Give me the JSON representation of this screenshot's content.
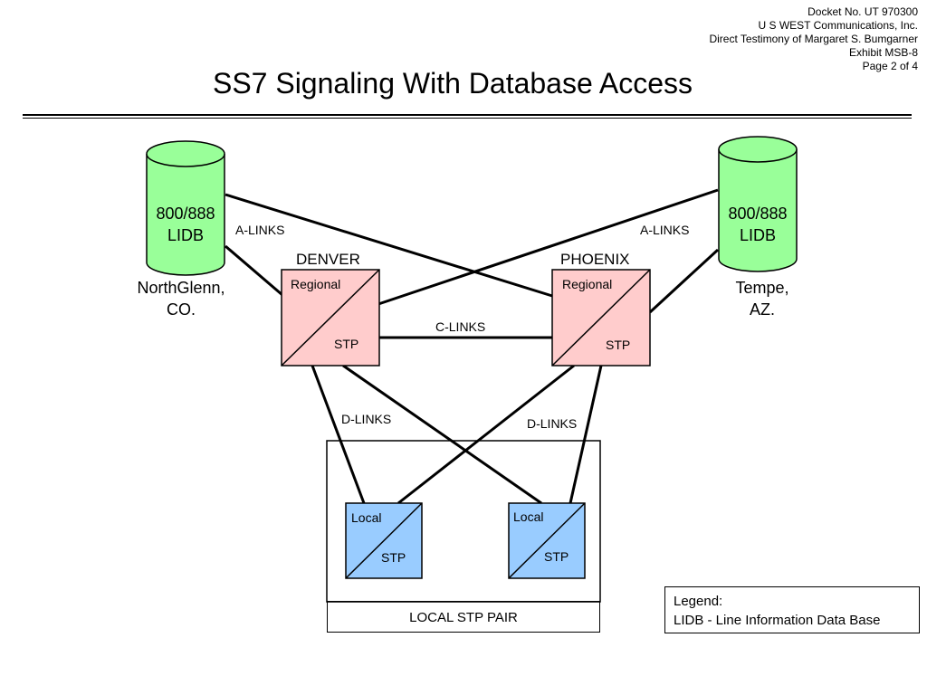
{
  "docket": {
    "line1": "Docket No. UT 970300",
    "line2": "U S WEST Communications, Inc.",
    "line3": "Direct Testimony of Margaret S. Bumgarner",
    "line4": "Exhibit MSB-8",
    "line5": "Page 2 of 4"
  },
  "title": "SS7 Signaling With Database Access",
  "databases": {
    "left": {
      "line1": "800/888",
      "line2": "LIDB",
      "site_line1": "NorthGlenn,",
      "site_line2": "CO."
    },
    "right": {
      "line1": "800/888",
      "line2": "LIDB",
      "site_line1": "Tempe,",
      "site_line2": "AZ."
    }
  },
  "regional_stps": {
    "denver": {
      "city": "DENVER",
      "top": "Regional",
      "bottom": "STP"
    },
    "phoenix": {
      "city": "PHOENIX",
      "top": "Regional",
      "bottom": "STP"
    }
  },
  "local_stps": {
    "left": {
      "top": "Local",
      "bottom": "STP"
    },
    "right": {
      "top": "Local",
      "bottom": "STP"
    }
  },
  "links": {
    "a_left": "A-LINKS",
    "a_right": "A-LINKS",
    "c": "C-LINKS",
    "d_left": "D-LINKS",
    "d_right": "D-LINKS"
  },
  "local_pair_label": "LOCAL STP PAIR",
  "legend": {
    "title": "Legend:",
    "entry": "LIDB - Line Information Data Base"
  },
  "colors": {
    "database_fill": "#99ff99",
    "regional_fill": "#ffcccc",
    "local_fill": "#99ccff",
    "line": "#000000"
  }
}
